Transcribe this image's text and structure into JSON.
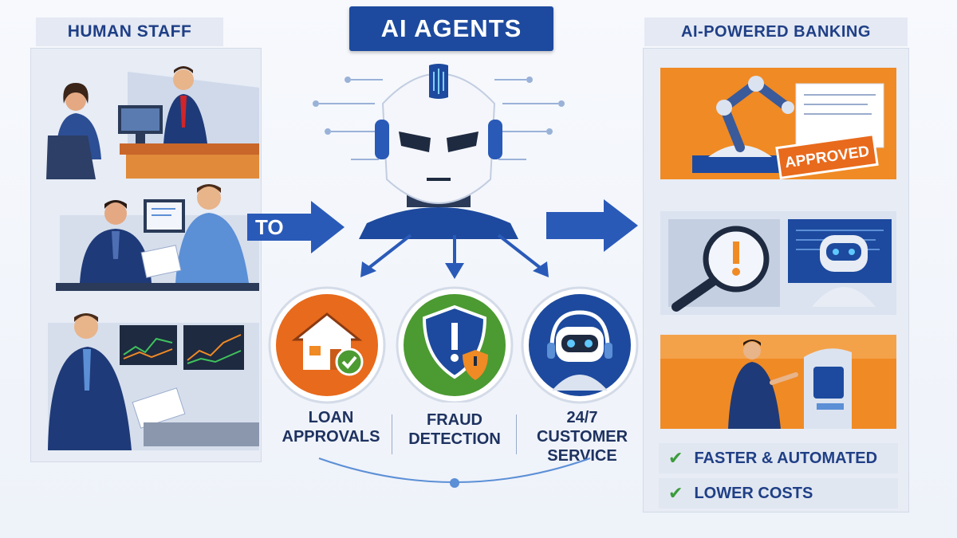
{
  "left_panel": {
    "title": "HUMAN STAFF"
  },
  "center": {
    "title": "AI AGENTS",
    "to_label": "TO",
    "services": [
      {
        "line1": "LOAN",
        "line2": "APPROVALS",
        "icon": "house-check-icon",
        "color": "#e86a1c"
      },
      {
        "line1": "FRAUD",
        "line2": "DETECTION",
        "icon": "shield-alert-icon",
        "color": "#4c9a32"
      },
      {
        "line1": "24/7",
        "line2": "CUSTOMER",
        "line3": "SERVICE",
        "icon": "robot-headset-icon",
        "color": "#1d4a9e"
      }
    ]
  },
  "right_panel": {
    "title": "AI-POWERED BANKING",
    "stamp": "APPROVED",
    "benefits": [
      "FASTER & AUTOMATED",
      "LOWER COSTS"
    ]
  },
  "colors": {
    "navy": "#1d4a9e",
    "orange": "#f08a24",
    "green": "#4c9a32",
    "light_blue": "#5b8fd6"
  }
}
